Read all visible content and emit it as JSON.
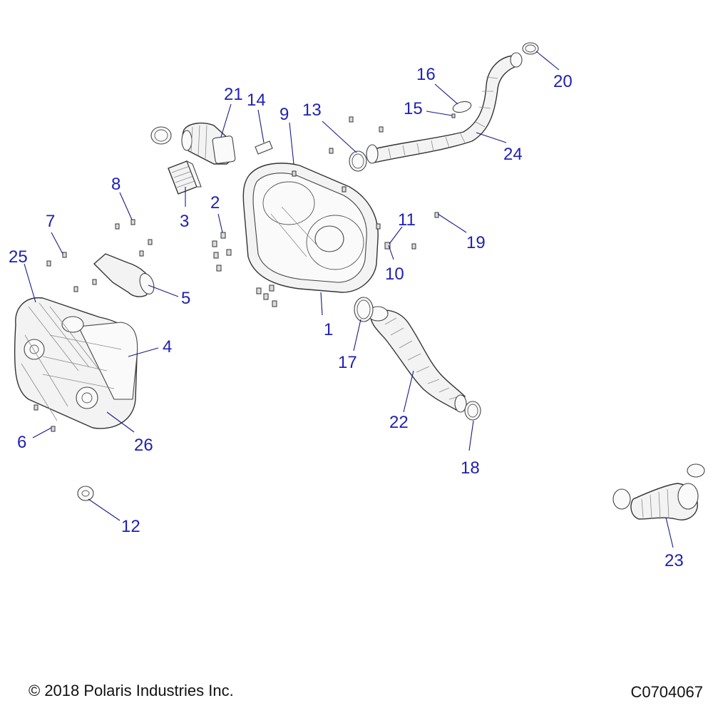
{
  "footer": {
    "copyright": "© 2018 Polaris Industries Inc.",
    "drawing_number": "C0704067"
  },
  "callouts": [
    "1",
    "2",
    "3",
    "4",
    "5",
    "6",
    "7",
    "8",
    "9",
    "10",
    "11",
    "12",
    "13",
    "14",
    "15",
    "16",
    "17",
    "18",
    "19",
    "20",
    "21",
    "22",
    "23",
    "24",
    "25",
    "26"
  ],
  "colors": {
    "callout": "#1f1fb4",
    "leader": "#1a1a8c",
    "line_art": "#333333"
  }
}
